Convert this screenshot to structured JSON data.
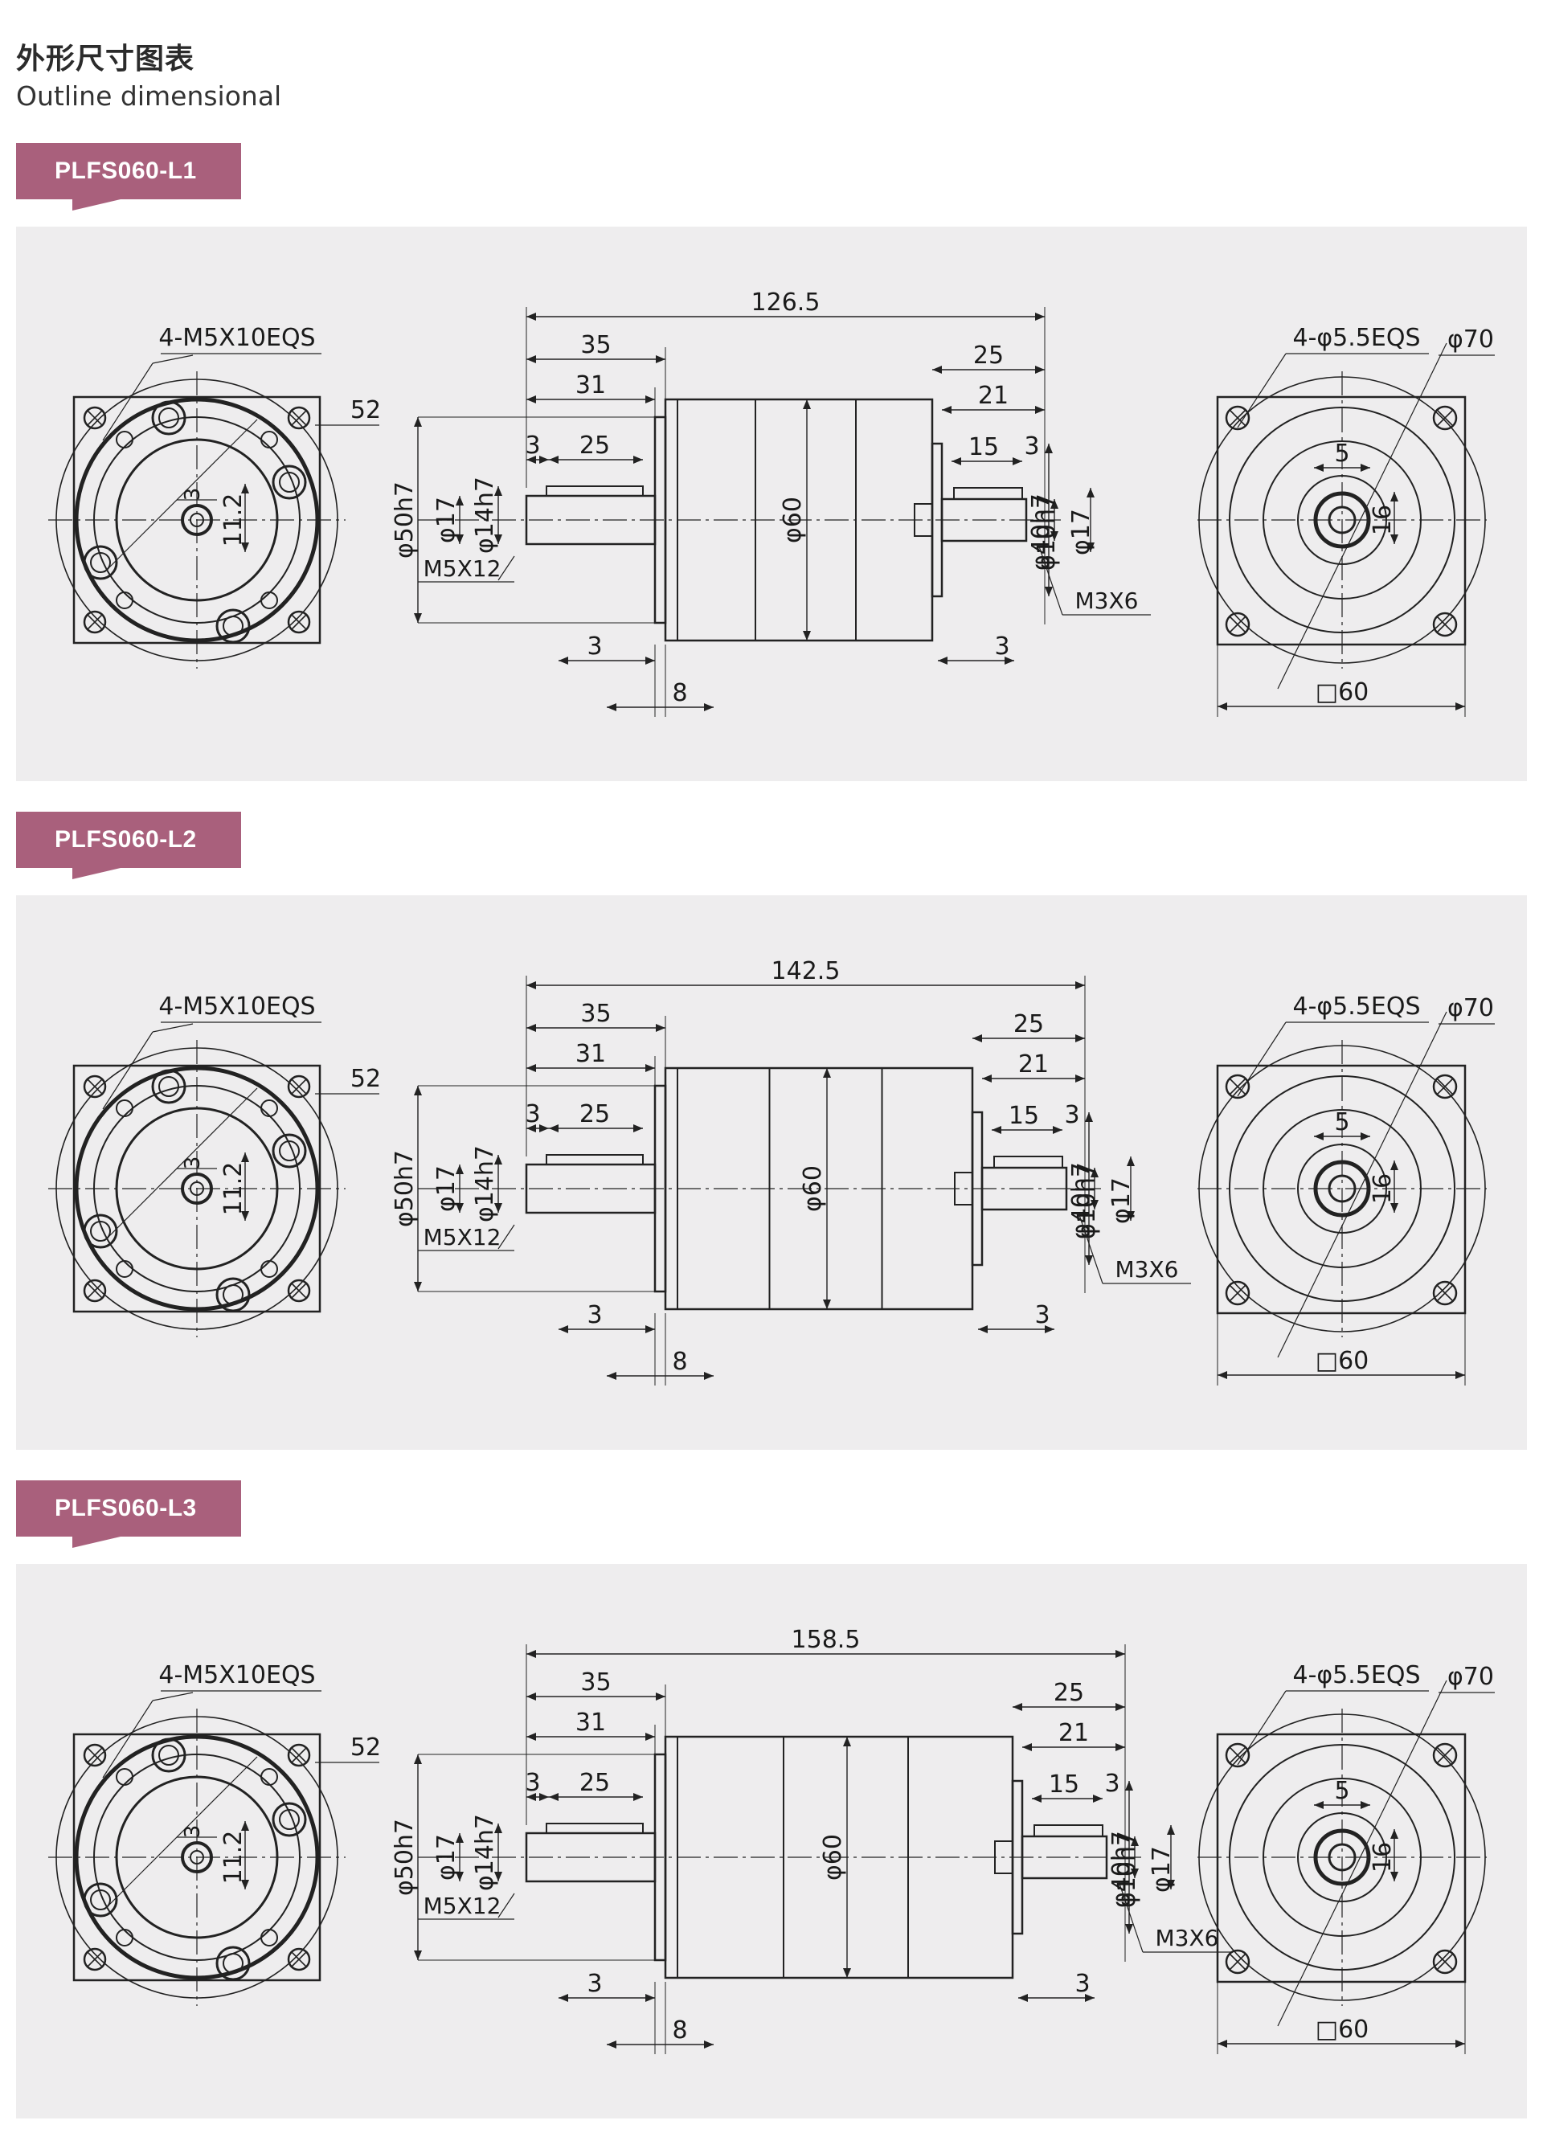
{
  "header": {
    "title_zh": "外形尺寸图表",
    "title_en": "Outline dimensional"
  },
  "models": [
    {
      "name": "PLFS060-L1",
      "front": {
        "thread": "4-M5X10EQS",
        "pcd": "52",
        "offset": "3",
        "key": "11.2"
      },
      "side": {
        "total": "126.5",
        "d35": "35",
        "d31": "31",
        "d3": "3",
        "d25": "25",
        "r25": "25",
        "r21": "21",
        "r15": "15",
        "r3": "3",
        "phi50": "φ50h7",
        "phi17": "φ17",
        "phi14": "φ14h7",
        "m5": "M5X12",
        "phi60": "φ60",
        "phi10": "φ10h7",
        "phi17r": "φ17",
        "phi40": "φ40h7",
        "m3": "M3X6",
        "b3": "3",
        "b8": "8",
        "b3r": "3"
      },
      "back": {
        "holes": "4-φ5.5EQS",
        "phi70": "φ70",
        "d5": "5",
        "d16": "16",
        "sq": "□60"
      }
    },
    {
      "name": "PLFS060-L2",
      "front": {
        "thread": "4-M5X10EQS",
        "pcd": "52",
        "offset": "3",
        "key": "11.2"
      },
      "side": {
        "total": "142.5",
        "d35": "35",
        "d31": "31",
        "d3": "3",
        "d25": "25",
        "r25": "25",
        "r21": "21",
        "r15": "15",
        "r3": "3",
        "phi50": "φ50h7",
        "phi17": "φ17",
        "phi14": "φ14h7",
        "m5": "M5X12",
        "phi60": "φ60",
        "phi10": "φ10h7",
        "phi17r": "φ17",
        "phi40": "φ40h7",
        "m3": "M3X6",
        "b3": "3",
        "b8": "8",
        "b3r": "3"
      },
      "back": {
        "holes": "4-φ5.5EQS",
        "phi70": "φ70",
        "d5": "5",
        "d16": "16",
        "sq": "□60"
      }
    },
    {
      "name": "PLFS060-L3",
      "front": {
        "thread": "4-M5X10EQS",
        "pcd": "52",
        "offset": "3",
        "key": "11.2"
      },
      "side": {
        "total": "158.5",
        "d35": "35",
        "d31": "31",
        "d3": "3",
        "d25": "25",
        "r25": "25",
        "r21": "21",
        "r15": "15",
        "r3": "3",
        "phi50": "φ50h7",
        "phi17": "φ17",
        "phi14": "φ14h7",
        "m5": "M5X12",
        "phi60": "φ60",
        "phi10": "φ10h7",
        "phi17r": "φ17",
        "phi40": "φ40h7",
        "m3": "M3X6",
        "b3": "3",
        "b8": "8",
        "b3r": "3"
      },
      "back": {
        "holes": "4-φ5.5EQS",
        "phi70": "φ70",
        "d5": "5",
        "d16": "16",
        "sq": "□60"
      }
    }
  ]
}
